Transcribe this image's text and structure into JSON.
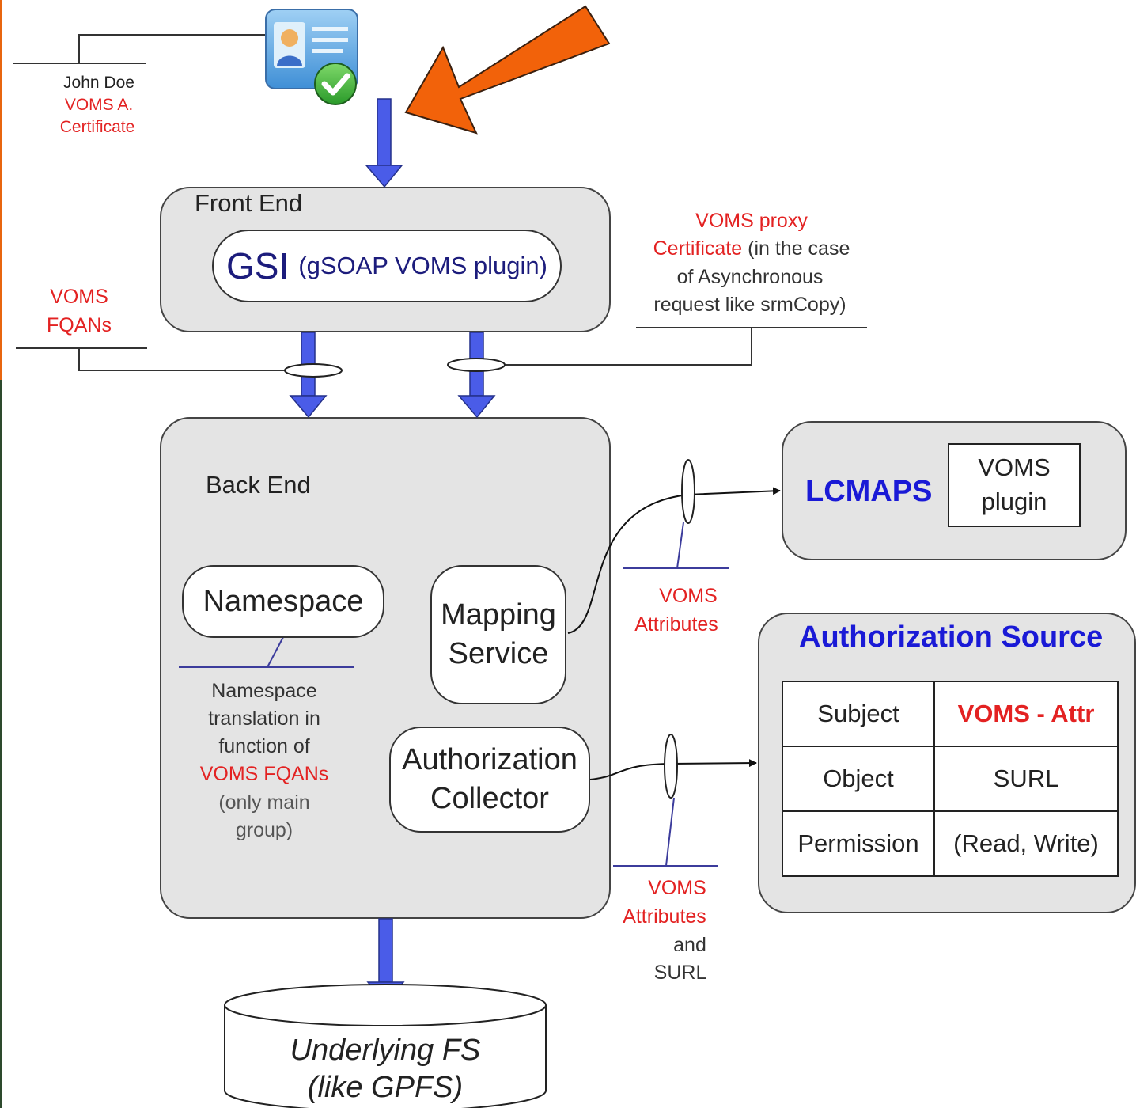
{
  "user": {
    "name": "John Doe",
    "cert_line1": "VOMS A.",
    "cert_line2": "Certificate",
    "icon": "user-certificate-icon"
  },
  "front_end": {
    "title": "Front End",
    "gsi_main": "GSI",
    "gsi_sub": "(gSOAP VOMS plugin)"
  },
  "voms_fqans_left": {
    "line1": "VOMS",
    "line2": "FQANs"
  },
  "proxy_note": {
    "line1_red": "VOMS proxy",
    "line2_red": "Certificate",
    "line2_rest": " (in the case",
    "line3": "of Asynchronous",
    "line4": "request like srmCopy)"
  },
  "back_end": {
    "title": "Back End",
    "namespace": "Namespace",
    "mapping_line1": "Mapping",
    "mapping_line2": "Service",
    "collector_line1": "Authorization",
    "collector_line2": "Collector"
  },
  "namespace_note": {
    "line1": "Namespace",
    "line2": "translation in",
    "line3": "function of",
    "line4_red": "VOMS FQANs",
    "line5": "(only main",
    "line6": "group)"
  },
  "lcmaps": {
    "label": "LCMAPS",
    "plugin_line1": "VOMS",
    "plugin_line2": "plugin"
  },
  "voms_attrs_1": {
    "line1": "VOMS",
    "line2": "Attributes"
  },
  "voms_attrs_2": {
    "line1": "VOMS",
    "line2": "Attributes",
    "line3": "and",
    "line4": "SURL"
  },
  "auth_source": {
    "title": "Authorization Source",
    "rows": [
      {
        "key": "Subject",
        "value": "VOMS - Attr"
      },
      {
        "key": "Object",
        "value": "SURL"
      },
      {
        "key": "Permission",
        "value": "(Read, Write)"
      }
    ]
  },
  "storage": {
    "line1": "Underlying FS",
    "line2": "(like GPFS)"
  },
  "colors": {
    "arrow_blue": "#4a5ce8",
    "highlight_orange": "#f2620a",
    "label_red": "#e32222",
    "title_blue": "#1a1ad6"
  }
}
